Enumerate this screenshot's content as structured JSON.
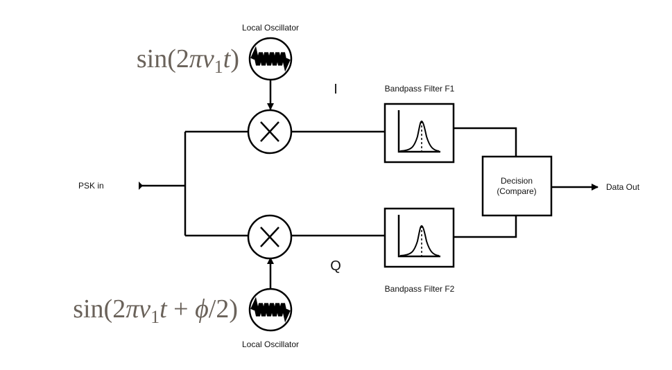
{
  "diagram": {
    "input_label": "PSK in",
    "output_label": "Data Out",
    "top_oscillator": {
      "label": "Local Oscillator",
      "formula": {
        "prefix": "sin(2",
        "pi": "π",
        "nu": "ν",
        "sub": "1",
        "t": "t",
        "suffix": ")"
      }
    },
    "bottom_oscillator": {
      "label": "Local Oscillator",
      "formula": {
        "prefix": "sin(2",
        "pi": "π",
        "nu": "ν",
        "sub": "1",
        "t": "t",
        "plus": " + ",
        "phi": "ϕ",
        "suffix": "/2)"
      }
    },
    "branch_i": "I",
    "branch_q": "Q",
    "filter_1": "Bandpass Filter F1",
    "filter_2": "Bandpass Filter F2",
    "decision": {
      "line1": "Decision",
      "line2": "(Compare)"
    },
    "colors": {
      "line": "#000000",
      "formula": "#6a625a"
    }
  }
}
